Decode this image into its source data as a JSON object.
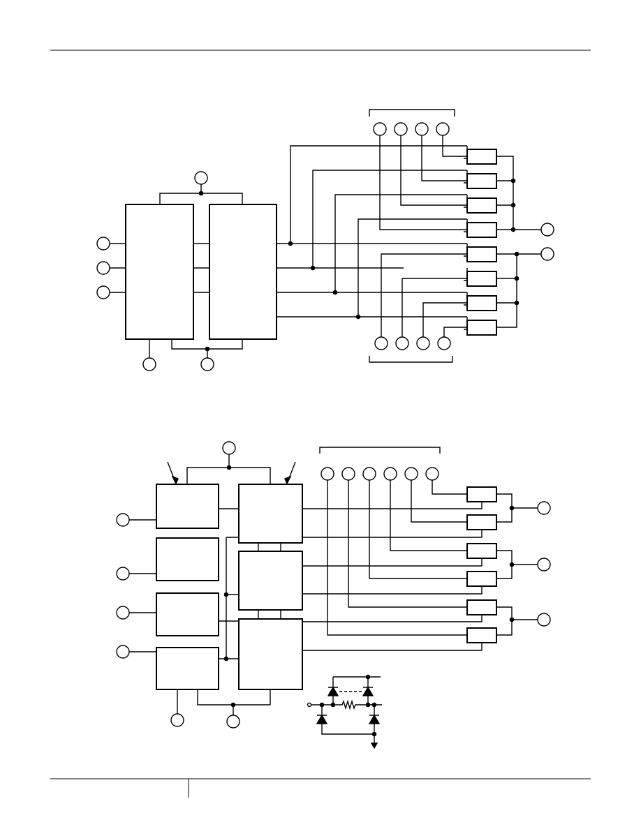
{
  "page": {
    "background_color": "#ffffff",
    "ink_color": "#000000"
  },
  "header": {
    "has_rule": true
  },
  "footer": {
    "has_rule": true,
    "has_divider": true
  },
  "diagram_top": {
    "blocks": [
      "left-block",
      "right-block"
    ],
    "top_pins": 4,
    "bottom_pins": 4,
    "resistors": 8,
    "left_input_pins": 3,
    "bottom_pins_under_blocks": 2,
    "right_output_pins": 2
  },
  "diagram_bottom": {
    "left_blocks": 4,
    "right_blocks": 3,
    "top_pins": 6,
    "resistors": 6,
    "left_input_pins": 4,
    "right_output_pins": 3,
    "protection_circuit": [
      "diode",
      "diode",
      "resistor",
      "diode",
      "diode",
      "ground"
    ]
  }
}
